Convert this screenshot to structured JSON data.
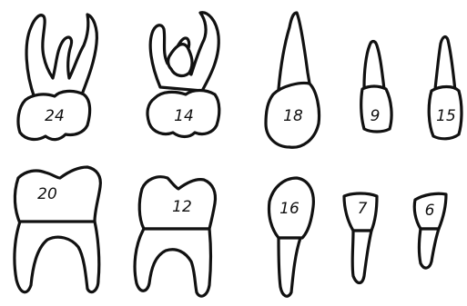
{
  "teeth": [
    {
      "id": "t24",
      "label": "24"
    },
    {
      "id": "t14",
      "label": "14"
    },
    {
      "id": "t18",
      "label": "18"
    },
    {
      "id": "t9",
      "label": "9"
    },
    {
      "id": "t15",
      "label": "15"
    },
    {
      "id": "t20",
      "label": "20"
    },
    {
      "id": "t12",
      "label": "12"
    },
    {
      "id": "t16",
      "label": "16"
    },
    {
      "id": "t7",
      "label": "7"
    },
    {
      "id": "t6",
      "label": "6"
    }
  ]
}
